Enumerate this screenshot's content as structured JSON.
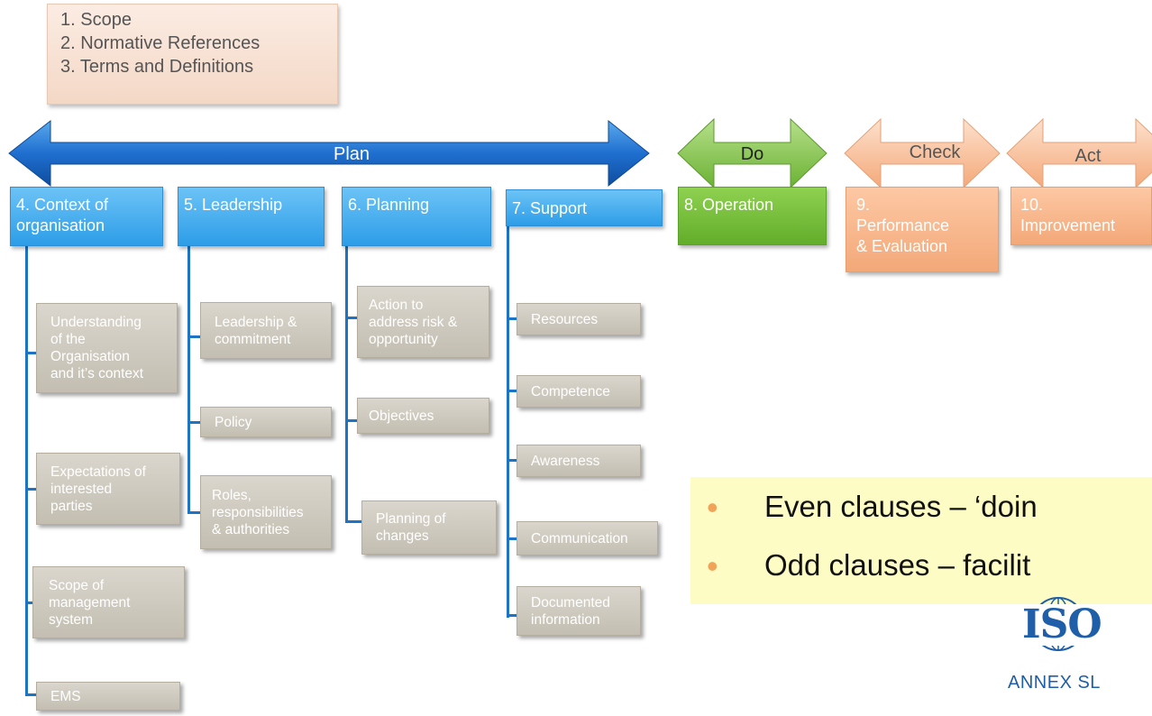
{
  "intro": {
    "items": [
      "1.  Scope",
      "2.  Normative References",
      "3.  Terms and Definitions"
    ]
  },
  "arrows": {
    "plan": "Plan",
    "do": "Do",
    "check": "Check",
    "act": "Act"
  },
  "clauses": {
    "c4": [
      "4. Context of",
      "organisation"
    ],
    "c5": "5. Leadership",
    "c6": "6. Planning",
    "c7": "7. Support",
    "c8": "8. Operation",
    "c9": [
      "9.",
      "Performance",
      "& Evaluation"
    ],
    "c10": [
      "10.",
      "Improvement"
    ]
  },
  "sub": {
    "context": [
      [
        "Understanding",
        "of the",
        "Organisation",
        "and it’s context"
      ],
      [
        "Expectations of",
        "interested",
        "parties"
      ],
      [
        "Scope of",
        "management",
        "system"
      ],
      [
        "EMS"
      ]
    ],
    "leadership": [
      [
        "Leadership &",
        "commitment"
      ],
      [
        "Policy"
      ],
      [
        "Roles,",
        "responsibilities",
        "& authorities"
      ]
    ],
    "planning": [
      [
        "Action to",
        "address risk &",
        "opportunity"
      ],
      [
        "Objectives"
      ],
      [
        "Planning of",
        "changes"
      ]
    ],
    "support": [
      [
        "Resources"
      ],
      [
        "Competence"
      ],
      [
        "Awareness"
      ],
      [
        "Communication"
      ],
      [
        "Documented",
        "information"
      ]
    ]
  },
  "callout": {
    "line1": "Even clauses – ‘doin",
    "line2": "Odd clauses – facilit"
  },
  "logo": {
    "word": "ISO",
    "caption": "ANNEX SL"
  },
  "colors": {
    "plan_blue": "#1f6fd0",
    "do_green": "#7cc242",
    "check_orange": "#f7b891",
    "connector_blue": "#1e74c4",
    "callout_bg": "#fdfcc5",
    "bullet_orange": "#f2a35a",
    "iso_blue": "#1f5ea8"
  }
}
